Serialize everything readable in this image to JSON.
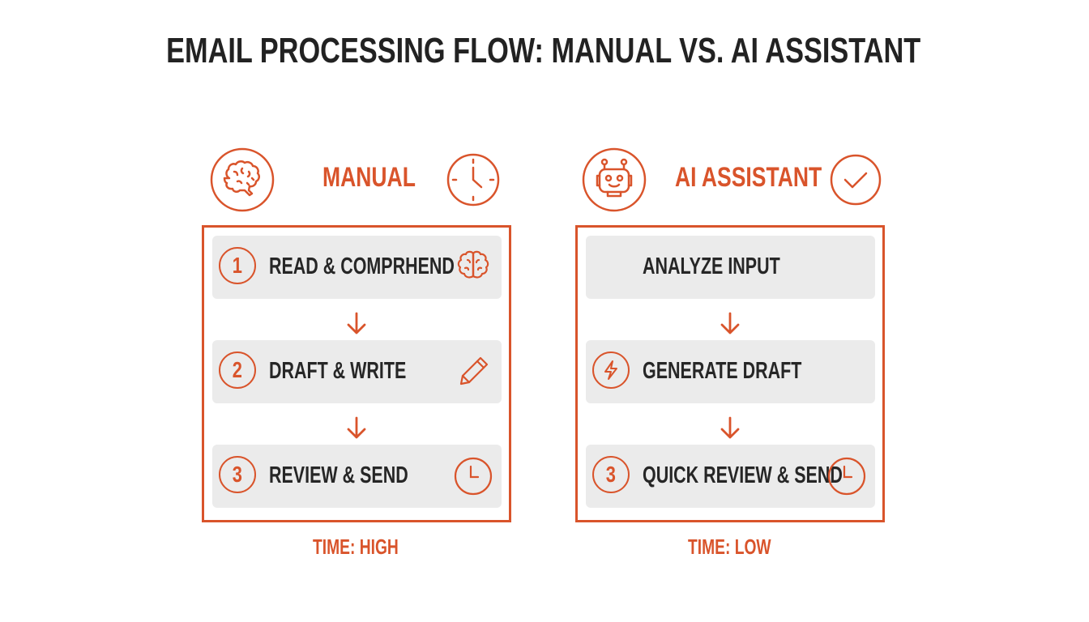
{
  "title": "EMAIL PROCESSING FLOW: MANUAL VS. AI ASSISTANT",
  "colors": {
    "accent": "#d9542b",
    "text_dark": "#262626",
    "card_bg": "#ebebeb",
    "background": "#ffffff"
  },
  "manual": {
    "heading": "MANUAL",
    "header_icon": "brain-icon",
    "header_right_icon": "clock-icon",
    "steps": [
      {
        "number": "1",
        "label": "READ & COMPRHEND",
        "icon": "brain-icon"
      },
      {
        "number": "2",
        "label": "DRAFT & WRITE",
        "icon": "pencil-icon"
      },
      {
        "number": "3",
        "label": "REVIEW & SEND",
        "icon": "clock-icon"
      }
    ],
    "footer": "TIME: HIGH"
  },
  "ai": {
    "heading": "AI ASSISTANT",
    "header_icon": "robot-icon",
    "header_right_icon": "checkmark-icon",
    "steps": [
      {
        "number": "",
        "label": "ANALYZE INPUT",
        "icon": ""
      },
      {
        "number": "",
        "label": "GENERATE DRAFT",
        "icon": "lightning-icon"
      },
      {
        "number": "3",
        "label": "QUICK REVIEW & SEND",
        "icon": "clock-icon"
      }
    ],
    "footer": "TIME: LOW"
  }
}
